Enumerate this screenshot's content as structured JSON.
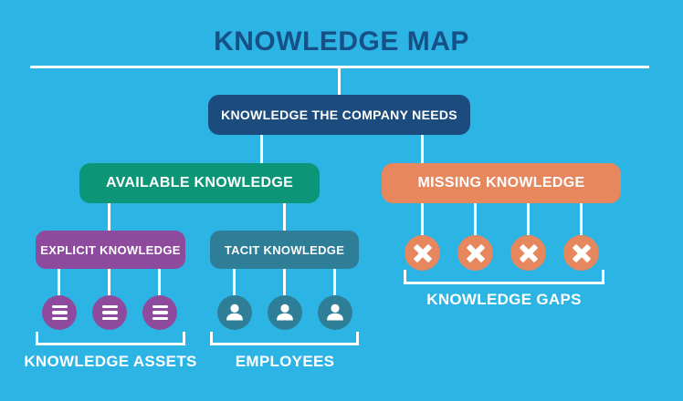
{
  "title": "KNOWLEDGE MAP",
  "tree": {
    "root": {
      "label": "KNOWLEDGE THE COMPANY NEEDS"
    },
    "available": {
      "label": "AVAILABLE KNOWLEDGE"
    },
    "missing": {
      "label": "MISSING KNOWLEDGE"
    },
    "explicit": {
      "label": "EXPLICIT KNOWLEDGE"
    },
    "tacit": {
      "label": "TACIT KNOWLEDGE"
    }
  },
  "groups": {
    "assets": {
      "label": "KNOWLEDGE ASSETS",
      "icon": "list-icon",
      "count": 3
    },
    "employees": {
      "label": "EMPLOYEES",
      "icon": "person-icon",
      "count": 3
    },
    "gaps": {
      "label": "KNOWLEDGE GAPS",
      "icon": "x-cross-icon",
      "count": 4
    }
  },
  "colors": {
    "background": "#2BB4E4",
    "title_text": "#175086",
    "root_navy": "#1C4B7D",
    "available_green": "#0D9577",
    "missing_orange": "#E6875E",
    "explicit_purple": "#8E4B9E",
    "tacit_teal": "#2F7E97",
    "line_white": "#FFFFFF"
  }
}
